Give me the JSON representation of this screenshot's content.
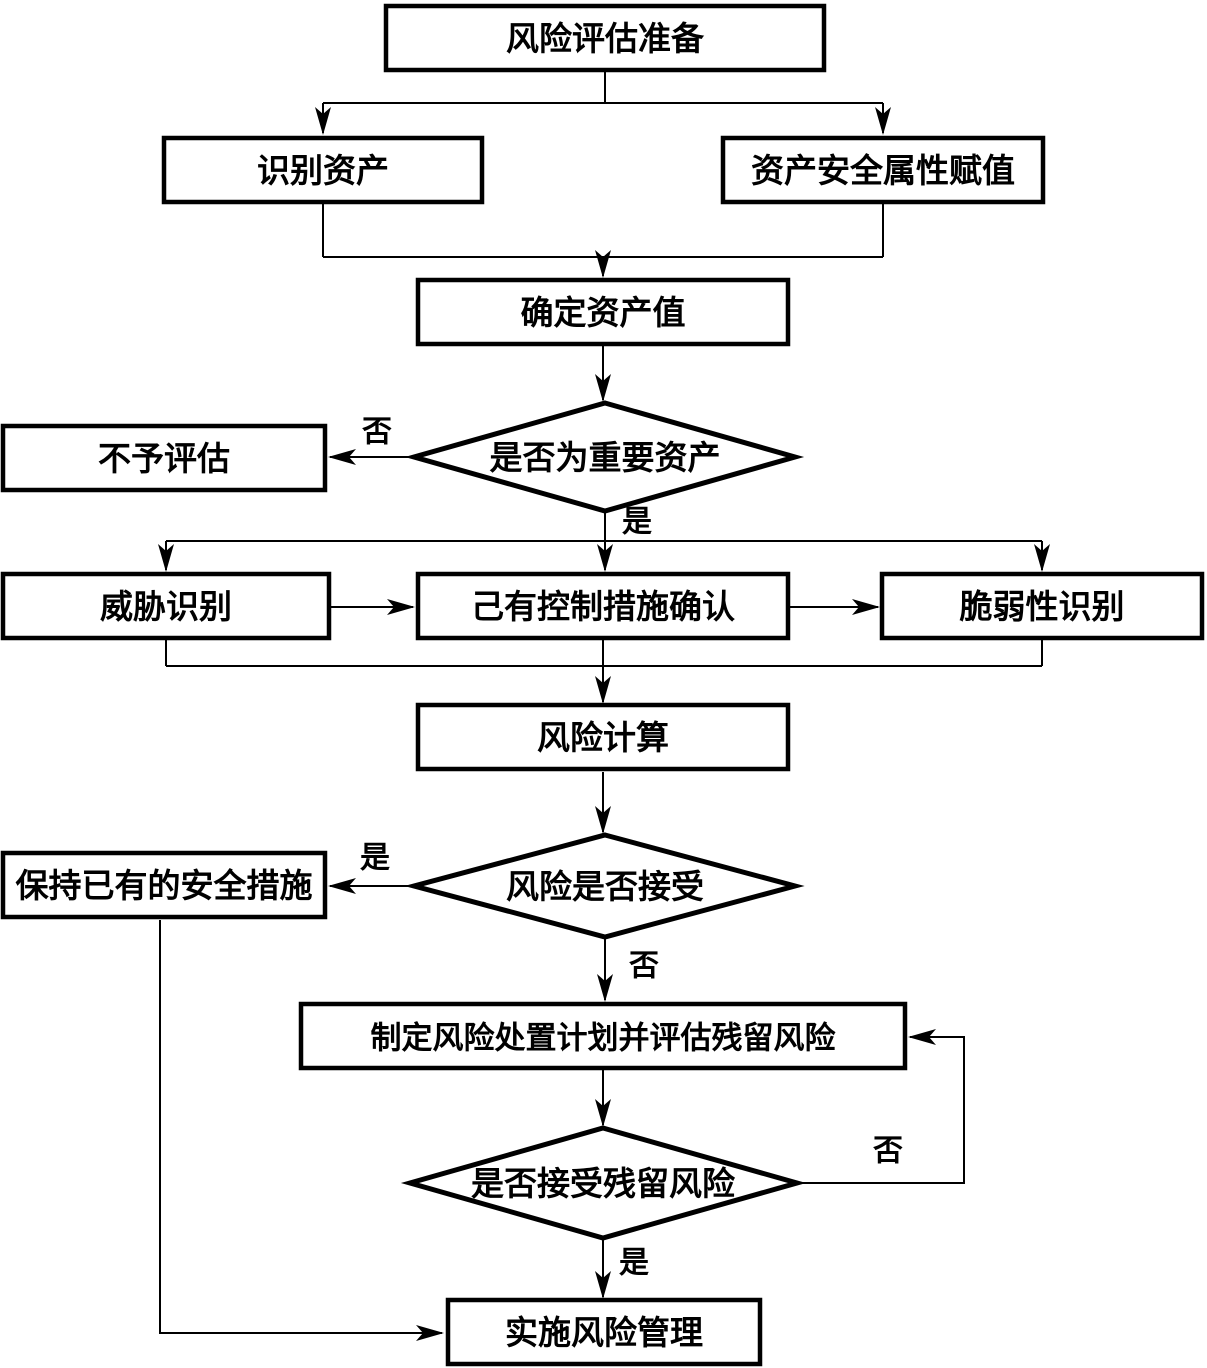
{
  "flowchart": {
    "type": "flowchart",
    "language": "zh-CN",
    "colors": {
      "line": "#000000",
      "node_fill": "#ffffff",
      "background": "#ffffff",
      "text": "#000000"
    },
    "nodes": {
      "prepare": "风险评估准备",
      "identify_assets": "识别资产",
      "assign_attrs": "资产安全属性赋值",
      "determine_value": "确定资产值",
      "important_asset": "是否为重要资产",
      "no_assess": "不予评估",
      "threat_id": "威胁识别",
      "controls_confirm": "己有控制措施确认",
      "vuln_id": "脆弱性识别",
      "risk_calc": "风险计算",
      "risk_accept": "风险是否接受",
      "keep_measures": "保持已有的安全措施",
      "treatment_plan": "制定风险处置计划并评估残留风险",
      "residual_accept": "是否接受残留风险",
      "implement": "实施风险管理"
    },
    "edge_labels": {
      "important_no": "否",
      "important_yes": "是",
      "risk_accept_yes": "是",
      "risk_accept_no": "否",
      "residual_no": "否",
      "residual_yes": "是"
    },
    "edges": [
      {
        "from": "prepare",
        "to": "identify_assets"
      },
      {
        "from": "prepare",
        "to": "assign_attrs"
      },
      {
        "from": "identify_assets",
        "to": "determine_value"
      },
      {
        "from": "assign_attrs",
        "to": "determine_value"
      },
      {
        "from": "determine_value",
        "to": "important_asset"
      },
      {
        "from": "important_asset",
        "to": "no_assess",
        "label": "否"
      },
      {
        "from": "important_asset",
        "to": "threat_id",
        "label": "是"
      },
      {
        "from": "important_asset",
        "to": "controls_confirm",
        "label": "是"
      },
      {
        "from": "important_asset",
        "to": "vuln_id",
        "label": "是"
      },
      {
        "from": "threat_id",
        "to": "controls_confirm"
      },
      {
        "from": "controls_confirm",
        "to": "vuln_id"
      },
      {
        "from": "threat_id",
        "to": "risk_calc"
      },
      {
        "from": "controls_confirm",
        "to": "risk_calc"
      },
      {
        "from": "vuln_id",
        "to": "risk_calc"
      },
      {
        "from": "risk_calc",
        "to": "risk_accept"
      },
      {
        "from": "risk_accept",
        "to": "keep_measures",
        "label": "是"
      },
      {
        "from": "risk_accept",
        "to": "treatment_plan",
        "label": "否"
      },
      {
        "from": "treatment_plan",
        "to": "residual_accept"
      },
      {
        "from": "residual_accept",
        "to": "treatment_plan",
        "label": "否"
      },
      {
        "from": "residual_accept",
        "to": "implement",
        "label": "是"
      },
      {
        "from": "keep_measures",
        "to": "implement"
      }
    ]
  }
}
